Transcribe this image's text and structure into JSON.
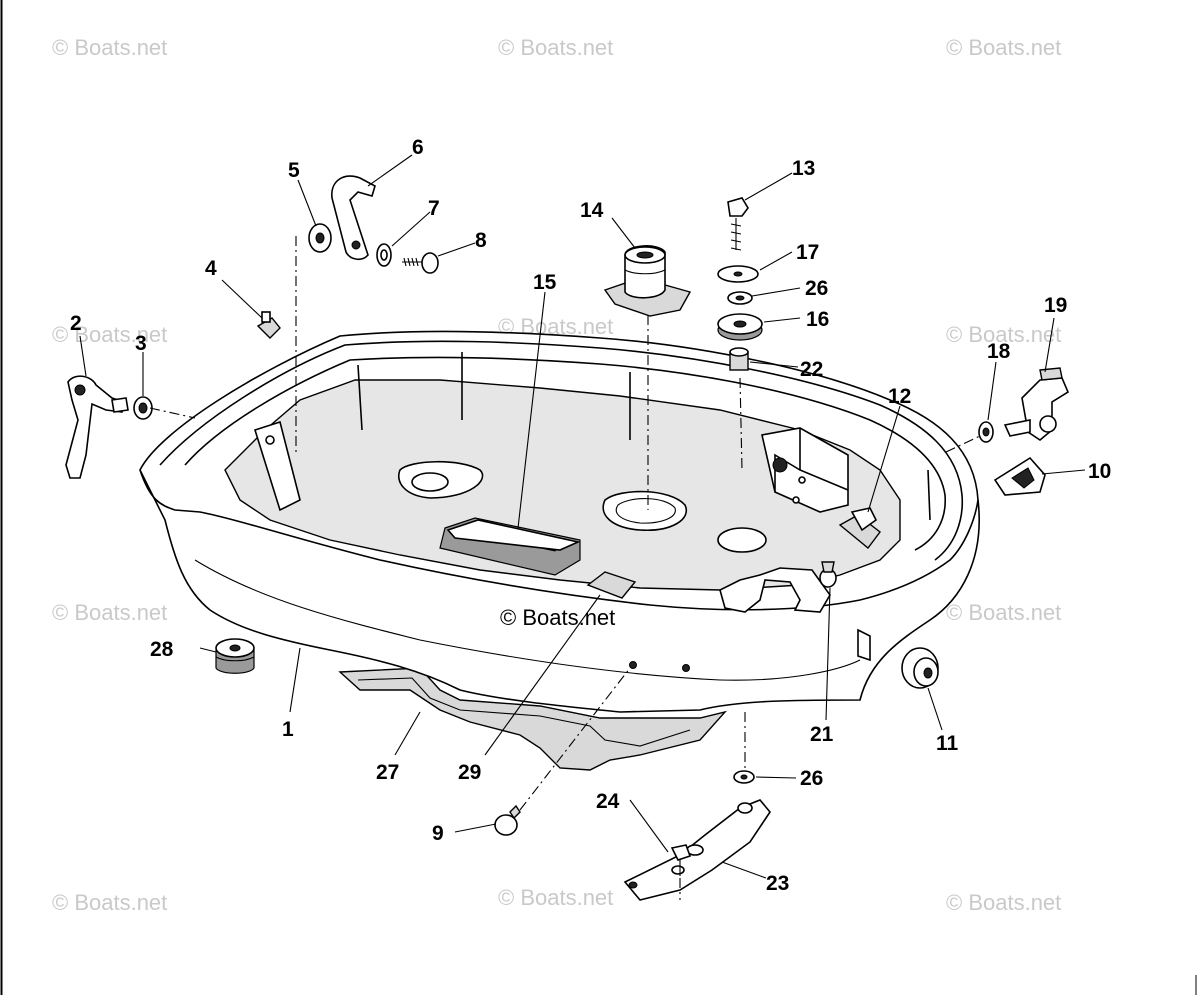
{
  "watermark": "© Boats.net",
  "center_watermark": "© Boats.net",
  "callouts": [
    "1",
    "2",
    "3",
    "4",
    "5",
    "6",
    "7",
    "8",
    "9",
    "10",
    "11",
    "12",
    "13",
    "14",
    "15",
    "16",
    "17",
    "18",
    "19",
    "21",
    "22",
    "23",
    "24",
    "26",
    "26",
    "27",
    "28",
    "29"
  ]
}
